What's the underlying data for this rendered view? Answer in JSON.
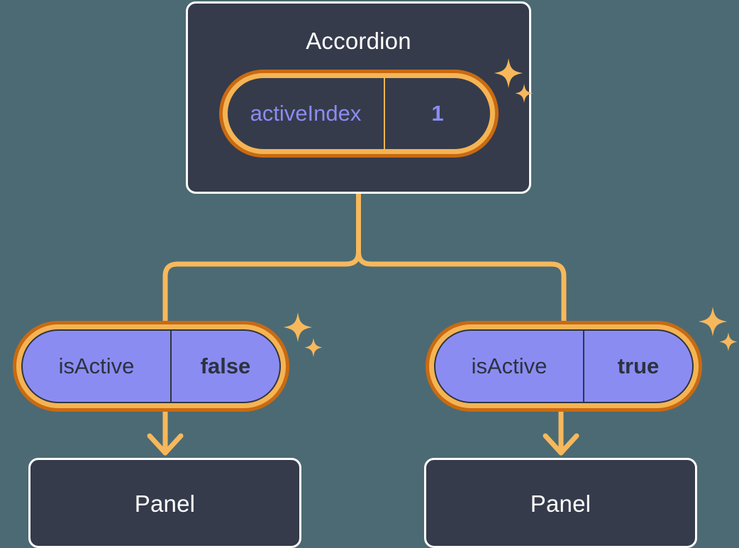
{
  "background_color": "#4c6a73",
  "theme": {
    "card_fill": "#353b4b",
    "card_border": "#ffffff",
    "pill_ring_outer": "#c96a12",
    "pill_ring_inner": "#f5b453",
    "pill_purple_fill": "#8b8cf2",
    "accent_purple_text": "#8b8cf2",
    "dark_text": "#2b3240",
    "connector": "#f7b85c"
  },
  "tree": {
    "root": {
      "title": "Accordion",
      "state": {
        "key": "activeIndex",
        "value": "1"
      },
      "sparkle_icon": "sparkles-icon"
    },
    "children": [
      {
        "state": {
          "key": "isActive",
          "value": "false"
        },
        "title": "Panel",
        "sparkle_icon": "sparkles-icon"
      },
      {
        "state": {
          "key": "isActive",
          "value": "true"
        },
        "title": "Panel",
        "sparkle_icon": "sparkles-icon"
      }
    ]
  }
}
